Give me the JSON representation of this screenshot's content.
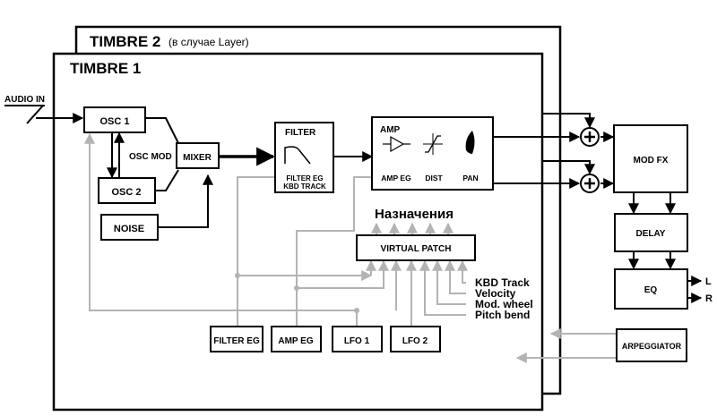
{
  "timbre2": {
    "title": "TIMBRE 2",
    "subtitle": "(в случае Layer)"
  },
  "timbre1": {
    "title": "TIMBRE 1"
  },
  "audio_in": "AUDIO IN",
  "blocks": {
    "osc1": "OSC 1",
    "osc2": "OSC 2",
    "osc_mod": "OSC MOD",
    "mixer": "MIXER",
    "noise": "NOISE",
    "filter": "FILTER",
    "filter_eg_in": "FILTER EG",
    "kbd_track_in": "KBD TRACK",
    "amp": "AMP",
    "amp_eg_in": "AMP EG",
    "dist": "DIST",
    "pan": "PAN",
    "mod_fx": "MOD FX",
    "delay": "DELAY",
    "eq": "EQ",
    "arpeggiator": "ARPEGGIATOR",
    "virtual_patch": "VIRTUAL PATCH",
    "filter_eg": "FILTER EG",
    "amp_eg": "AMP EG",
    "lfo1": "LFO 1",
    "lfo2": "LFO 2"
  },
  "destinations_label": "Назначения",
  "sources": {
    "kbd_track": "KBD Track",
    "velocity": "Velocity",
    "mod_wheel": "Mod. wheel",
    "pitch_bend": "Pitch bend"
  },
  "outputs": {
    "left": "L",
    "right": "R"
  },
  "colors": {
    "signal": "#000000",
    "modulation": "#b3b3b3",
    "background": "#ffffff"
  }
}
